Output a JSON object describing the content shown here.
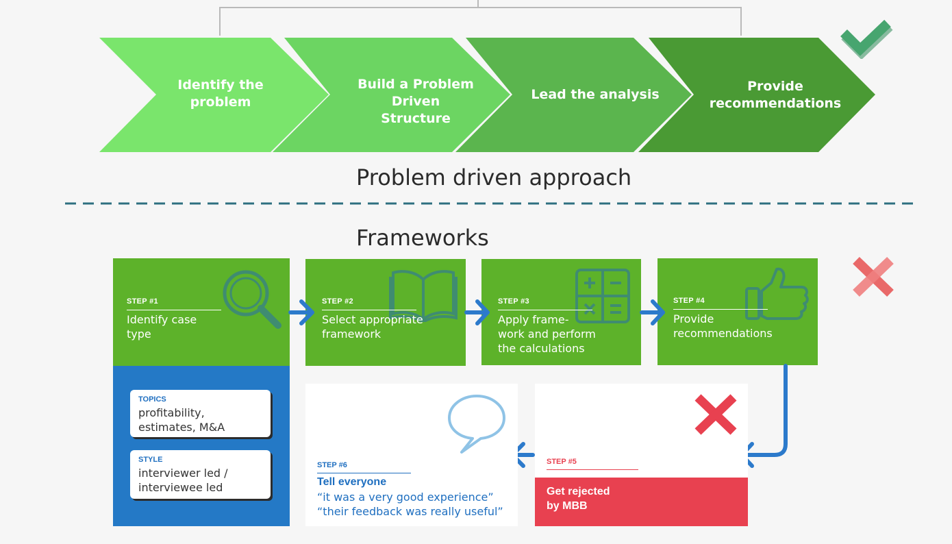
{
  "colors": {
    "chevron_1": "#7ae56c",
    "chevron_2": "#6cd562",
    "chevron_3": "#5bb54e",
    "chevron_4": "#4a9a34",
    "step_green": "#5db22a",
    "topics_blue": "#2479c6",
    "arrow_blue": "#2c7acb",
    "reject_red": "#e84150",
    "check_teal": "#47a56f"
  },
  "approach": {
    "steps": [
      {
        "label": "Identify the\nproblem"
      },
      {
        "label": "Build a Problem Driven\nStructure"
      },
      {
        "label": "Lead the analysis"
      },
      {
        "label": "Provide\nrecommendations"
      }
    ],
    "title": "Problem driven approach",
    "status_icon": "check-icon"
  },
  "frameworks": {
    "title": "Frameworks",
    "status_icon": "cross-icon",
    "steps": [
      {
        "tag": "STEP #1",
        "text": "Identify case\ntype",
        "icon": "magnifier-icon"
      },
      {
        "tag": "STEP #2",
        "text": "Select appropriate\nframework",
        "icon": "book-icon"
      },
      {
        "tag": "STEP #3",
        "text": "Apply frame-\nwork and perform\nthe calculations",
        "icon": "calculator-icon"
      },
      {
        "tag": "STEP #4",
        "text": "Provide\nrecommendations",
        "icon": "thumbs-up-icon"
      }
    ],
    "topics": {
      "tag": "TOPICS",
      "text": "profitability,\nestimates, M&A"
    },
    "style": {
      "tag": "STYLE",
      "text": "interviewer led /\ninterviewee led"
    },
    "step5": {
      "tag": "STEP #5",
      "text": "Get rejected\nby MBB",
      "icon": "cross-icon"
    },
    "step6": {
      "tag": "STEP #6",
      "title": "Tell everyone",
      "quote_1": "“it was a very good experience”",
      "quote_2": "“their feedback was really useful”",
      "icon": "speech-bubble-icon"
    }
  }
}
